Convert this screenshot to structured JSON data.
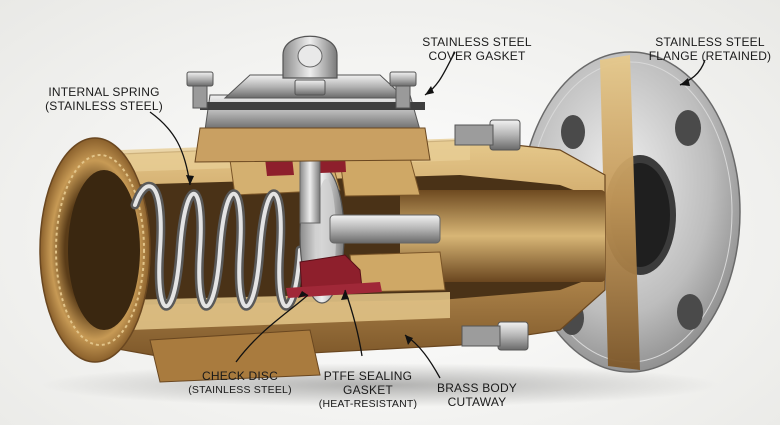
{
  "labels": {
    "cover_gasket": {
      "line1": "STAINLESS STEEL",
      "line2": "COVER GASKET"
    },
    "flange": {
      "line1": "STAINLESS STEEL",
      "line2": "FLANGE (RETAINED)"
    },
    "spring": {
      "line1": "INTERNAL SPRING",
      "line2": "(STAINLESS STEEL)"
    },
    "check_disc": {
      "line1": "CHECK DISC",
      "line2": "(STAINLESS STEEL)"
    },
    "ptfe_gasket": {
      "line1": "PTFE SEALING GASKET",
      "line2": "(HEAT-RESISTANT)"
    },
    "brass_body": {
      "line1": "BRASS BODY",
      "line2": "CUTAWAY"
    }
  },
  "colors": {
    "brass_light": "#d9b878",
    "brass": "#b8894a",
    "brass_dark": "#7a5528",
    "steel_light": "#e6e6e6",
    "steel": "#a9a9a9",
    "steel_dark": "#5e5e5e",
    "ptfe": "#8e1f2c"
  }
}
